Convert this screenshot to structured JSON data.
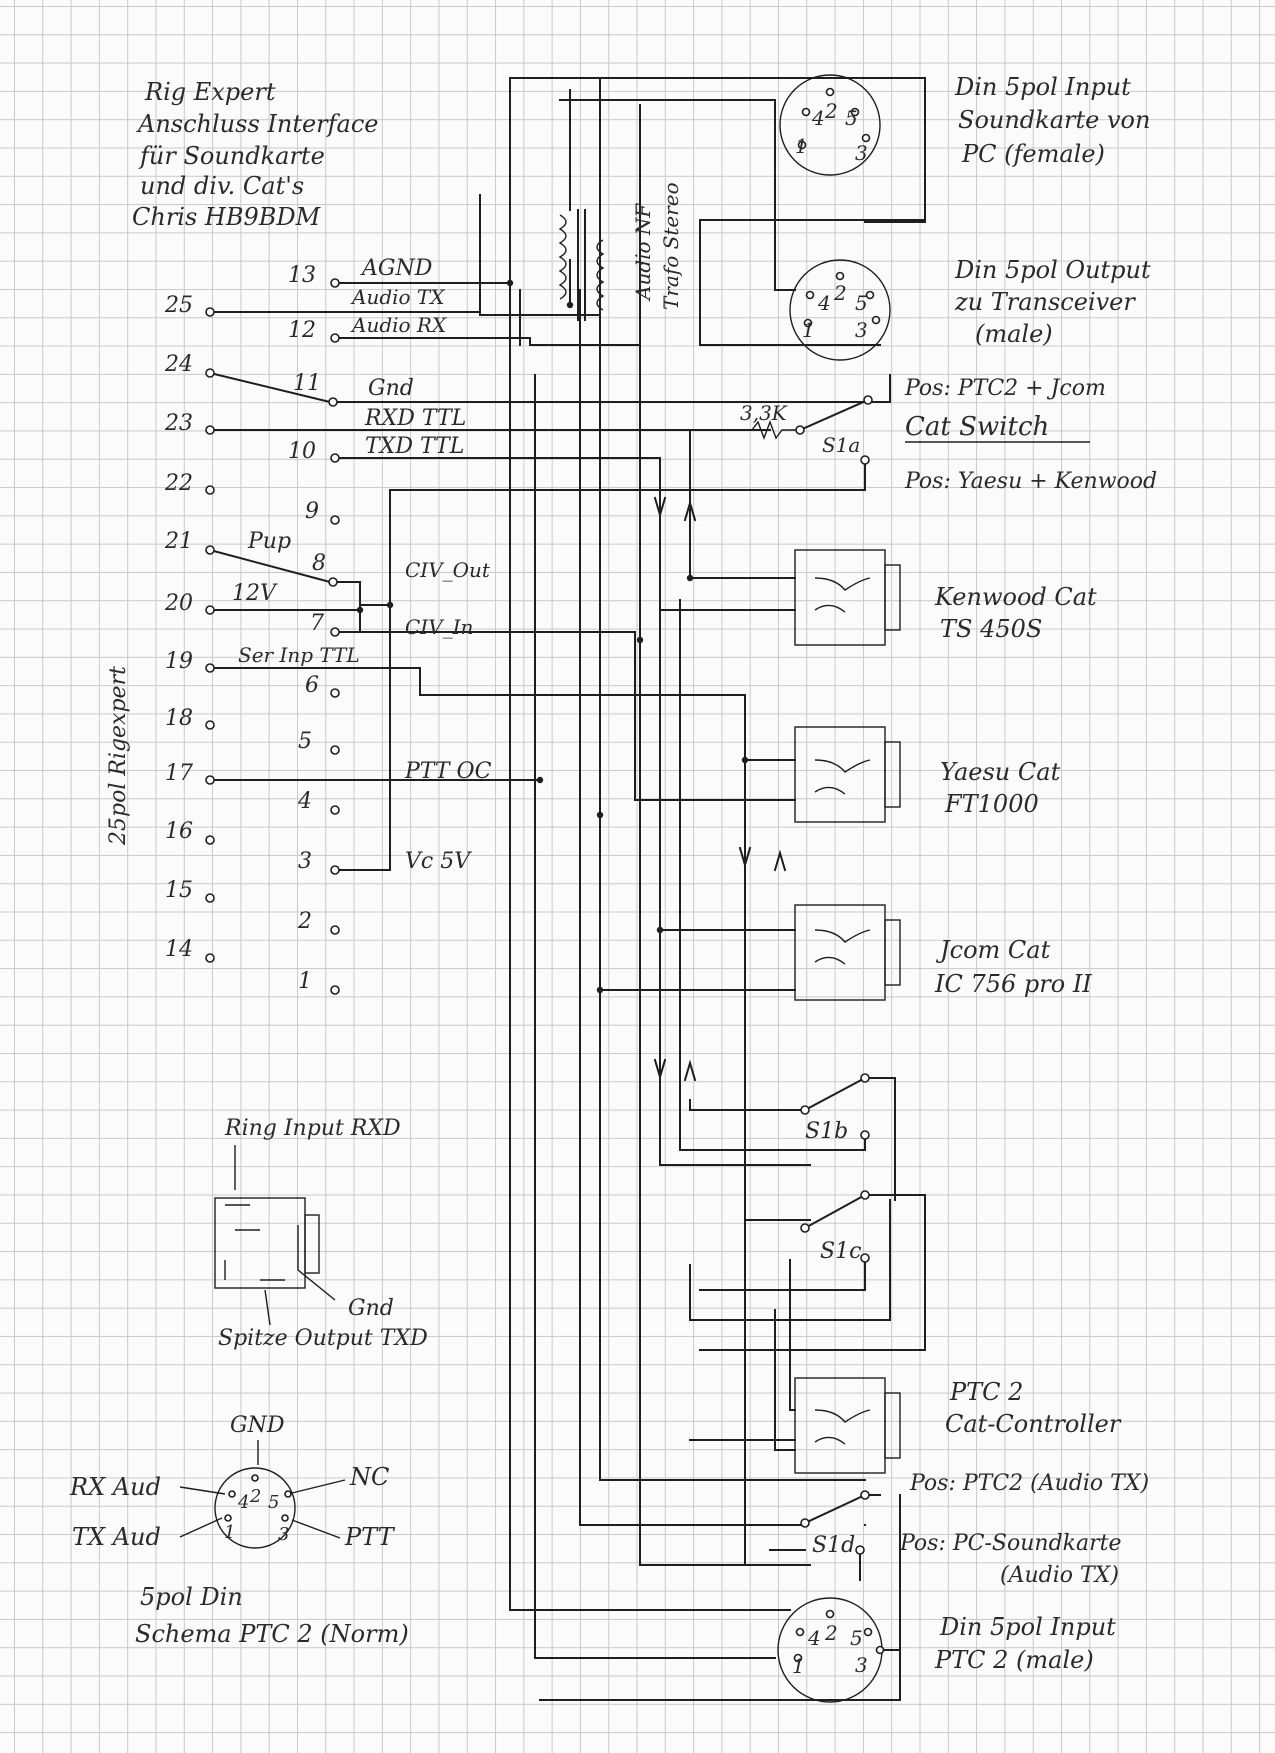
{
  "title": {
    "line1": "Rig Expert",
    "line2": "Anschluss Interface",
    "line3": "für Soundkarte",
    "line4": "und div. Cat's",
    "line5": "Chris HB9BDM"
  },
  "connector_25pol": {
    "label": "25pol Rigexpert",
    "pins_right": [
      "25",
      "24",
      "23",
      "22",
      "21",
      "20",
      "19",
      "18",
      "17",
      "16",
      "15",
      "14"
    ],
    "pins_left": [
      "13",
      "12",
      "11",
      "10",
      "9",
      "8",
      "7",
      "6",
      "5",
      "4",
      "3",
      "2",
      "1"
    ]
  },
  "signals": {
    "agnd": "AGND",
    "audio_tx": "Audio TX",
    "audio_rx": "Audio RX",
    "gnd": "Gnd",
    "rxd_ttl": "RXD TTL",
    "txd_ttl": "TXD TTL",
    "pup": "Pup",
    "v12": "12V",
    "civ_out": "CIV_Out",
    "civ_in": "CIV_In",
    "ser_inp": "Ser Inp TTL",
    "ptt_oc": "PTT OC",
    "vc5v": "Vc 5V"
  },
  "trafo": {
    "line1": "Audio NF",
    "line2": "Trafo Stereo"
  },
  "din_soundcard_in": {
    "line1": "Din 5pol Input",
    "line2": "Soundkarte von",
    "line3": "PC (female)",
    "pins": [
      "1",
      "2",
      "3",
      "4",
      "5"
    ]
  },
  "din_trx_out": {
    "line1": "Din 5pol Output",
    "line2": "zu Transceiver",
    "line3": "(male)",
    "pins": [
      "1",
      "2",
      "3",
      "4",
      "5"
    ]
  },
  "switch_s1a": {
    "resistor": "3,3K",
    "label": "S1a",
    "pos_top": "Pos: PTC2 + Jcom",
    "name": "Cat Switch",
    "pos_bottom": "Pos: Yaesu + Kenwood"
  },
  "cat_jacks": {
    "kenwood": {
      "line1": "Kenwood Cat",
      "line2": "TS 450S"
    },
    "yaesu": {
      "line1": "Yaesu Cat",
      "line2": "FT1000"
    },
    "icom": {
      "line1": "Jcom Cat",
      "line2": "IC 756 pro II"
    },
    "ptc2": {
      "line1": "PTC 2",
      "line2": "Cat-Controller"
    }
  },
  "switches": {
    "s1b": "S1b",
    "s1c": "S1c",
    "s1d": "S1d"
  },
  "s1d_positions": {
    "pos1": "Pos: PTC2 (Audio TX)",
    "pos2_line1": "Pos: PC-Soundkarte",
    "pos2_line2": "(Audio TX)"
  },
  "din_ptc2_in": {
    "line1": "Din 5pol Input",
    "line2": "PTC 2 (male)",
    "pins": [
      "1",
      "2",
      "3",
      "4",
      "5"
    ]
  },
  "jack_legend": {
    "ring": "Ring Input RXD",
    "gnd": "Gnd",
    "tip": "Spitze Output TXD"
  },
  "din_legend": {
    "gnd": "GND",
    "rx_aud": "RX Aud",
    "tx_aud": "TX Aud",
    "nc": "NC",
    "ptt": "PTT",
    "pins": [
      "1",
      "2",
      "3",
      "4",
      "5"
    ],
    "caption1": "5pol Din",
    "caption2": "Schema PTC 2 (Norm)"
  }
}
